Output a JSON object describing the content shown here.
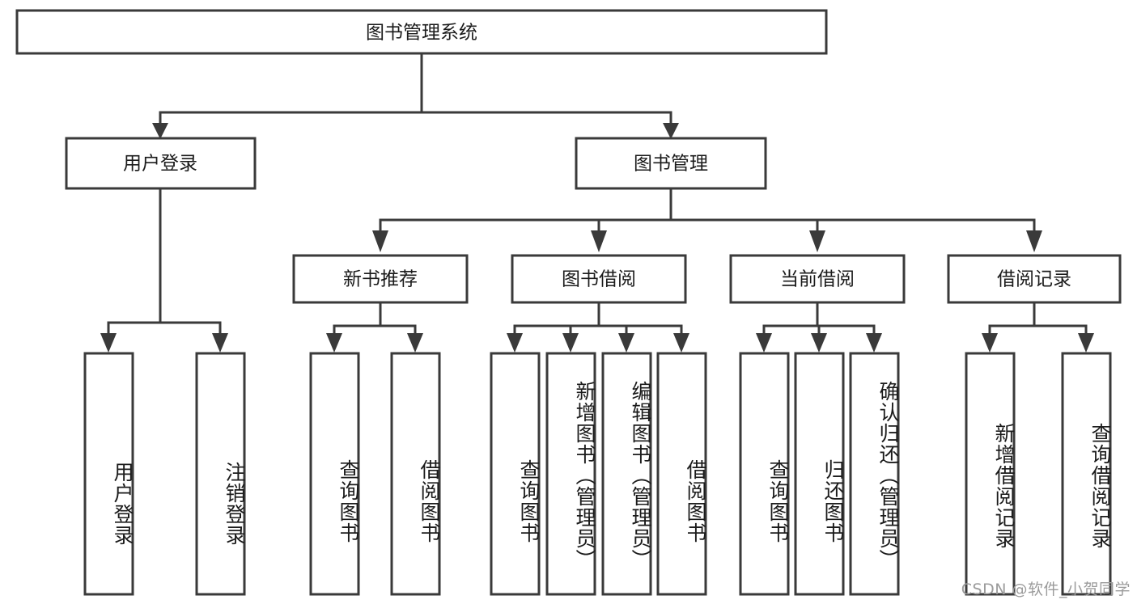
{
  "title": "图书管理系统",
  "watermark": "CSDN @软件_小贺同学",
  "colors": {
    "stroke": "#3a3a3a",
    "box_fill": "#ffffff",
    "text": "#1b1b1b",
    "watermark": "#9b9b9b",
    "background": "#ffffff"
  },
  "chart_data": {
    "type": "diagram",
    "diagram_kind": "tree-hierarchy-chart",
    "title": "图书管理系统",
    "root": {
      "label": "图书管理系统",
      "children": [
        {
          "label": "用户登录",
          "children": [
            {
              "label": "用户登录",
              "children": []
            },
            {
              "label": "注销登录",
              "children": []
            }
          ]
        },
        {
          "label": "图书管理",
          "children": [
            {
              "label": "新书推荐",
              "children": [
                {
                  "label": "查询图书",
                  "children": []
                },
                {
                  "label": "借阅图书",
                  "children": []
                }
              ]
            },
            {
              "label": "图书借阅",
              "children": [
                {
                  "label": "查询图书",
                  "children": []
                },
                {
                  "label": "新增图书（管理员）",
                  "children": []
                },
                {
                  "label": "编辑图书（管理员）",
                  "children": []
                },
                {
                  "label": "借阅图书",
                  "children": []
                }
              ]
            },
            {
              "label": "当前借阅",
              "children": [
                {
                  "label": "查询图书",
                  "children": []
                },
                {
                  "label": "归还图书",
                  "children": []
                },
                {
                  "label": "确认归还（管理员）",
                  "children": []
                }
              ]
            },
            {
              "label": "借阅记录",
              "children": [
                {
                  "label": "新增借阅记录",
                  "children": []
                },
                {
                  "label": "查询借阅记录",
                  "children": []
                }
              ]
            }
          ]
        }
      ]
    }
  },
  "nodes": {
    "level1": {
      "root": "图书管理系统"
    },
    "level2": {
      "user_login": "用户登录",
      "book_manage": "图书管理"
    },
    "level3": {
      "new_book_recommend": "新书推荐",
      "book_borrow": "图书借阅",
      "current_borrow": "当前借阅",
      "borrow_record": "借阅记录"
    },
    "leaves": {
      "user_login_1": "用户登录",
      "user_login_2": "注销登录",
      "recommend_1": "查询图书",
      "recommend_2": "借阅图书",
      "borrow_1": "查询图书",
      "borrow_2": "新增图书（管理员）",
      "borrow_3": "编辑图书（管理员）",
      "borrow_4": "借阅图书",
      "current_1": "查询图书",
      "current_2": "归还图书",
      "current_3": "确认归还（管理员）",
      "record_1": "新增借阅记录",
      "record_2": "查询借阅记录"
    }
  }
}
